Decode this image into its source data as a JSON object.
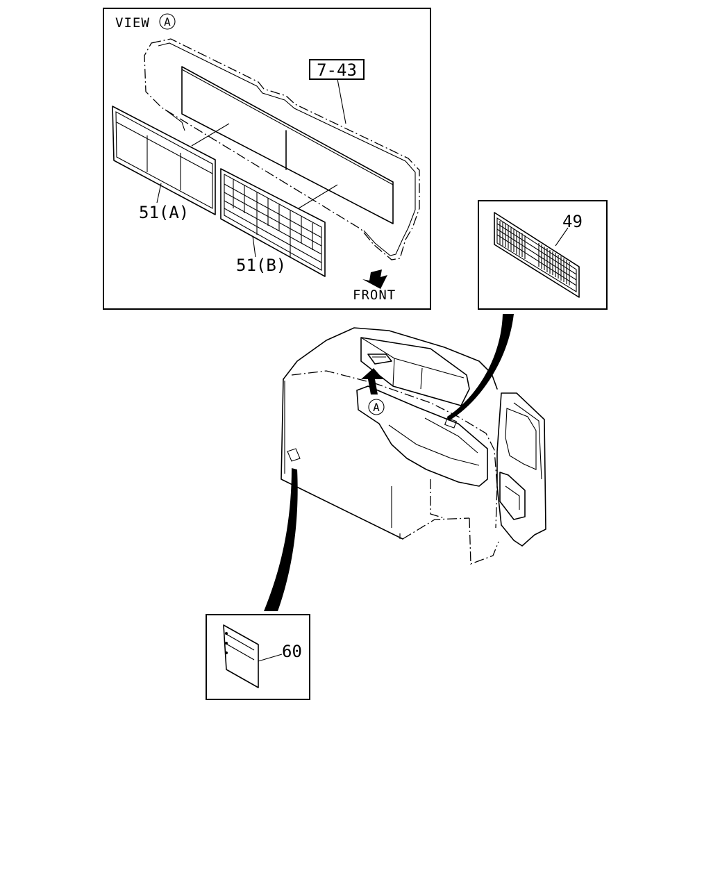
{
  "view_box": {
    "view_label": "VIEW",
    "view_marker": "A",
    "callout_panel": "7-43",
    "callout_label_a": "51(A)",
    "callout_label_b": "51(B)",
    "direction_label": "FRONT"
  },
  "detail_49": {
    "callout": "49"
  },
  "detail_60": {
    "callout": "60"
  },
  "cab": {
    "view_marker": "A"
  }
}
